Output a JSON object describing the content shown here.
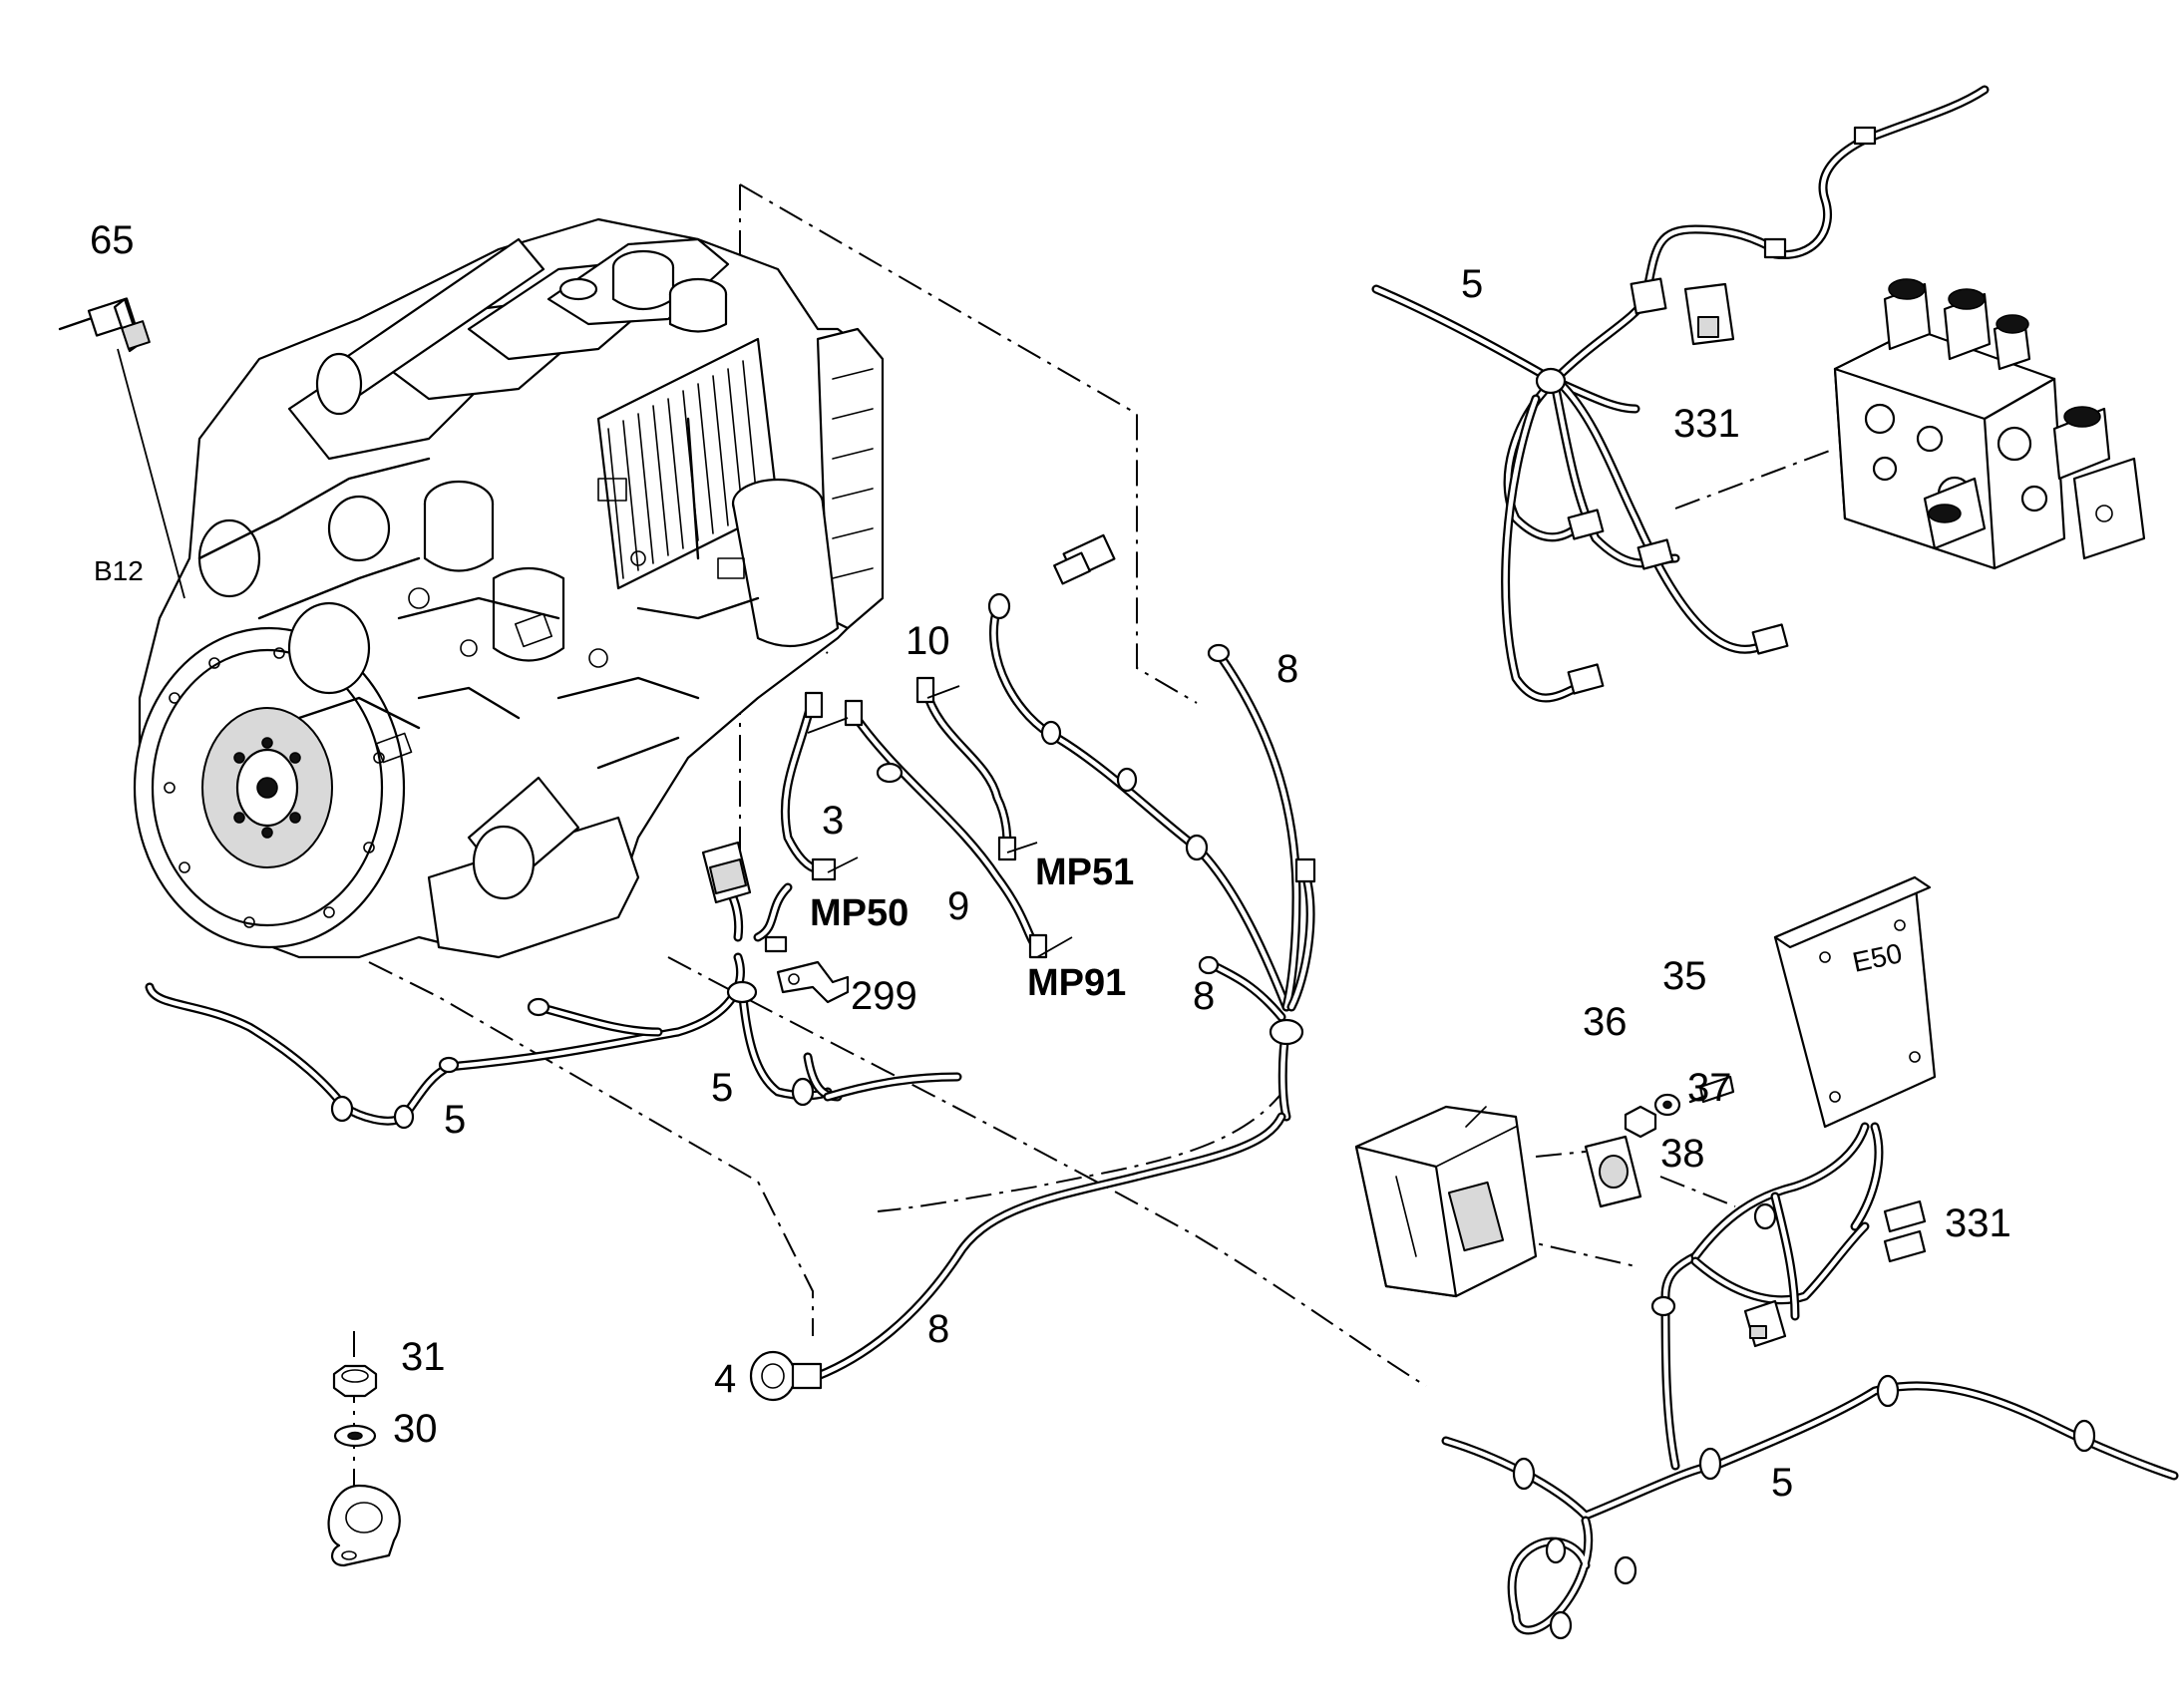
{
  "diagram": {
    "callouts": [
      {
        "id": "c65",
        "text": "65",
        "style": "plain"
      },
      {
        "id": "cB12",
        "text": "B12",
        "style": "small"
      },
      {
        "id": "c5a",
        "text": "5",
        "style": "plain"
      },
      {
        "id": "c331a",
        "text": "331",
        "style": "plain"
      },
      {
        "id": "c10",
        "text": "10",
        "style": "plain"
      },
      {
        "id": "c8a",
        "text": "8",
        "style": "plain"
      },
      {
        "id": "c3",
        "text": "3",
        "style": "plain"
      },
      {
        "id": "cMP51",
        "text": "MP51",
        "style": "bold"
      },
      {
        "id": "cMP50",
        "text": "MP50",
        "style": "bold"
      },
      {
        "id": "c9",
        "text": "9",
        "style": "plain"
      },
      {
        "id": "cMP91",
        "text": "MP91",
        "style": "bold"
      },
      {
        "id": "c299",
        "text": "299",
        "style": "plain"
      },
      {
        "id": "c8b",
        "text": "8",
        "style": "plain"
      },
      {
        "id": "c5b",
        "text": "5",
        "style": "plain"
      },
      {
        "id": "c5c",
        "text": "5",
        "style": "plain"
      },
      {
        "id": "c35",
        "text": "35",
        "style": "plain"
      },
      {
        "id": "c36",
        "text": "36",
        "style": "plain"
      },
      {
        "id": "c37",
        "text": "37",
        "style": "plain"
      },
      {
        "id": "c38",
        "text": "38",
        "style": "plain"
      },
      {
        "id": "c331b",
        "text": "331",
        "style": "plain"
      },
      {
        "id": "c31",
        "text": "31",
        "style": "plain"
      },
      {
        "id": "c30",
        "text": "30",
        "style": "plain"
      },
      {
        "id": "c8c",
        "text": "8",
        "style": "plain"
      },
      {
        "id": "c4",
        "text": "4",
        "style": "plain"
      },
      {
        "id": "c5d",
        "text": "5",
        "style": "plain"
      }
    ],
    "module_label": "E50"
  }
}
